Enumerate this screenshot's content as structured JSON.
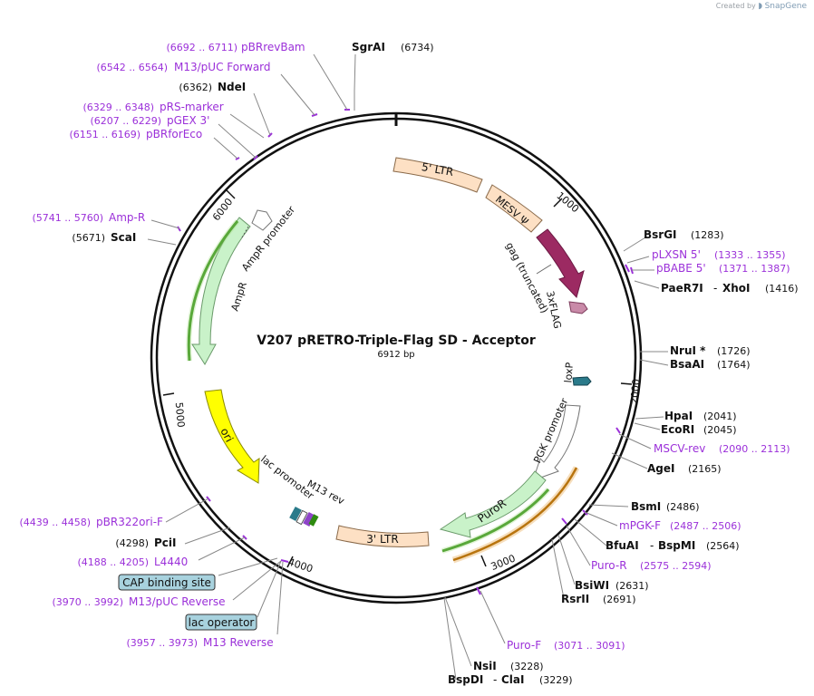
{
  "credit": {
    "prefix": "Created by",
    "brand": "SnapGene"
  },
  "plasmid": {
    "name": "V207 pRETRO-Triple-Flag SD - Acceptor",
    "length_label": "6912 bp"
  },
  "ticks": [
    "1000",
    "2000",
    "3000",
    "4000",
    "5000",
    "6000"
  ],
  "features": {
    "ltr5": "5' LTR",
    "mesv": "MESV Ψ",
    "gag": "gag (truncated)",
    "flag": "3xFLAG",
    "loxp": "loxP",
    "pgk": "PGK promoter",
    "puror": "PuroR",
    "ltr3": "3' LTR",
    "m13rev": "M13 rev",
    "lacprom": "lac promoter",
    "ori": "ori",
    "ampr": "AmpR",
    "ampprom": "AmpR promoter"
  },
  "labels": {
    "sgai": {
      "name": "SgrAI",
      "pos": "(6734)"
    },
    "pbrrevbam": {
      "range": "(6692 .. 6711)",
      "name": "pBRrevBam"
    },
    "m13puc": {
      "range": "(6542 .. 6564)",
      "name": "M13/pUC Forward"
    },
    "ndei": {
      "pos": "(6362)",
      "name": "NdeI"
    },
    "prs": {
      "range": "(6329 .. 6348)",
      "name": "pRS-marker"
    },
    "pgex": {
      "range": "(6207 .. 6229)",
      "name": "pGEX 3'"
    },
    "pbrfor": {
      "range": "(6151 .. 6169)",
      "name": "pBRforEco"
    },
    "ampr": {
      "range": "(5741 .. 5760)",
      "name": "Amp-R"
    },
    "scai": {
      "pos": "(5671)",
      "name": "ScaI"
    },
    "pbr322": {
      "range": "(4439 .. 4458)",
      "name": "pBR322ori-F"
    },
    "pcii": {
      "pos": "(4298)",
      "name": "PciI"
    },
    "l4440": {
      "range": "(4188 .. 4205)",
      "name": "L4440"
    },
    "cap": {
      "name": "CAP binding site"
    },
    "m13pucrev": {
      "range": "(3970 .. 3992)",
      "name": "M13/pUC Reverse"
    },
    "lacop": {
      "name": "lac operator"
    },
    "m13reverse": {
      "range": "(3957 .. 3973)",
      "name": "M13 Reverse"
    },
    "bsrgi": {
      "name": "BsrGI",
      "pos": "(1283)"
    },
    "plxsn": {
      "name": "pLXSN 5'",
      "range": "(1333 .. 1355)"
    },
    "pbabe": {
      "name": "pBABE 5'",
      "range": "(1371 .. 1387)"
    },
    "paer7i": {
      "name": "PaeR7I",
      "sep": "-",
      "name2": "XhoI",
      "pos": "(1416)"
    },
    "nrui": {
      "name": "NruI *",
      "pos": "(1726)"
    },
    "bsaai": {
      "name": "BsaAI",
      "pos": "(1764)"
    },
    "hpai": {
      "name": "HpaI",
      "pos": "(2041)"
    },
    "ecori": {
      "name": "EcoRI",
      "pos": "(2045)"
    },
    "msvrev": {
      "name": "MSCV-rev",
      "range": "(2090 .. 2113)"
    },
    "agei": {
      "name": "AgeI",
      "pos": "(2165)"
    },
    "bsmi": {
      "name": "BsmI",
      "pos": "(2486)"
    },
    "mpgk": {
      "name": "mPGK-F",
      "range": "(2487 .. 2506)"
    },
    "bfuai": {
      "name": "BfuAI",
      "sep": "-",
      "name2": "BspMI",
      "pos": "(2564)"
    },
    "puror": {
      "name": "Puro-R",
      "range": "(2575 .. 2594)"
    },
    "bsiwi": {
      "name": "BsiWI",
      "pos": "(2631)"
    },
    "rsrii": {
      "name": "RsrII",
      "pos": "(2691)"
    },
    "purof": {
      "name": "Puro-F",
      "range": "(3071 .. 3091)"
    },
    "nsii": {
      "name": "NsiI",
      "pos": "(3228)"
    },
    "bspdi": {
      "name": "BspDI",
      "sep": "-",
      "name2": "ClaI",
      "pos": "(3229)"
    }
  },
  "colors": {
    "ltr": "#fde0c4",
    "mesv": "#fde0c4",
    "gag": "#9c2a62",
    "flag": "#c98aa8",
    "loxp": "#2a7a8a",
    "puror": "#c9f2c9",
    "ori": "#ffff00",
    "ampr": "#c9f2c9",
    "primer": "#9b30d9",
    "site_box": "#a8d2de",
    "orf_green": "#2e8b10",
    "orf_orange": "#b8740e"
  }
}
